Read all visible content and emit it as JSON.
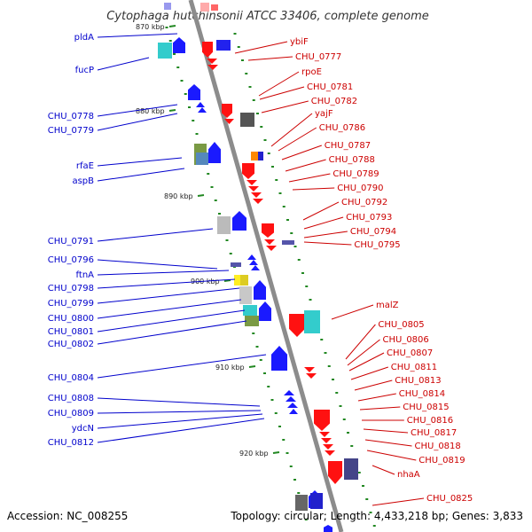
{
  "title": "Cytophaga hutchinsonii ATCC 33406, complete genome",
  "footer": {
    "accession": "Accession: NC_008255",
    "summary": "Topology: circular; Length: 4,433,218 bp; Genes: 3,833"
  },
  "colors": {
    "forward_label": "#0000cc",
    "reverse_label": "#cc0000",
    "backbone": "#8c8c8c",
    "dots": "#228822",
    "forward_gene": "#0000ff",
    "reverse_gene": "#ff0000"
  },
  "scale_ticks": [
    "870 kbp",
    "880 kbp",
    "890 kbp",
    "900 kbp",
    "910 kbp",
    "920 kbp"
  ],
  "forward_genes": [
    "pldA",
    "fucP",
    "CHU_0778",
    "CHU_0779",
    "rfaE",
    "aspB",
    "CHU_0791",
    "CHU_0796",
    "ftnA",
    "CHU_0798",
    "CHU_0799",
    "CHU_0800",
    "CHU_0801",
    "CHU_0802",
    "CHU_0804",
    "CHU_0808",
    "CHU_0809",
    "ydcN",
    "CHU_0812"
  ],
  "reverse_genes": [
    "ybiF",
    "CHU_0777",
    "rpoE",
    "CHU_0781",
    "CHU_0782",
    "yajF",
    "CHU_0786",
    "CHU_0787",
    "CHU_0788",
    "CHU_0789",
    "CHU_0790",
    "CHU_0792",
    "CHU_0793",
    "CHU_0794",
    "CHU_0795",
    "malZ",
    "CHU_0805",
    "CHU_0806",
    "CHU_0807",
    "CHU_0811",
    "CHU_0813",
    "CHU_0814",
    "CHU_0815",
    "CHU_0816",
    "CHU_0817",
    "CHU_0818",
    "CHU_0819",
    "nhaA",
    "CHU_0825"
  ]
}
